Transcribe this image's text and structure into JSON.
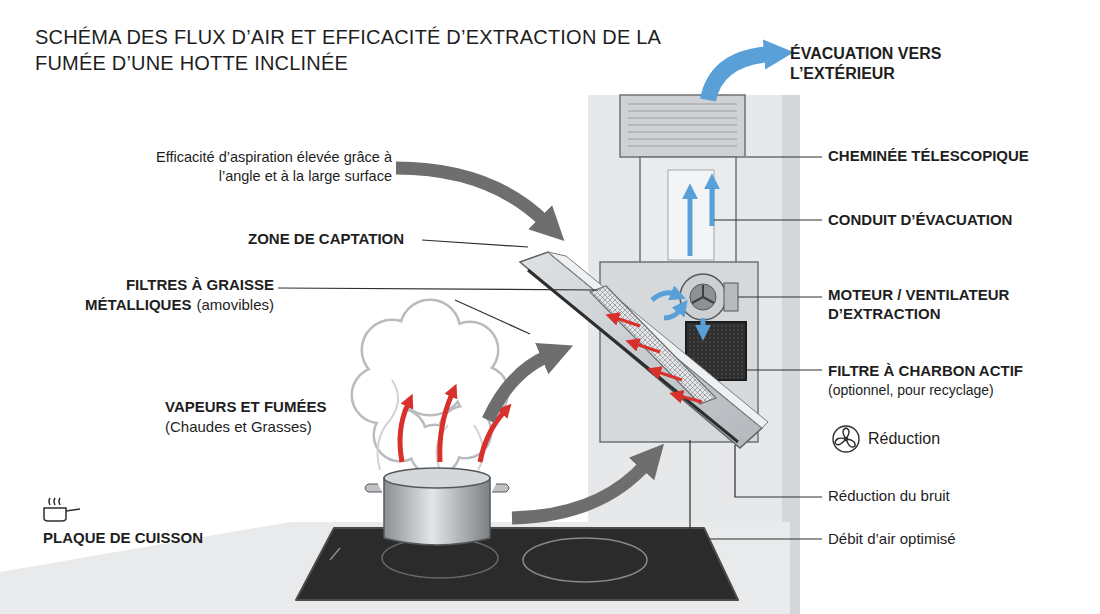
{
  "diagram": {
    "title": "SCHÉMA DES FLUX D’AIR ET EFFICACITÉ D’EXTRACTION DE LA FUMÉE D’UNE HOTTE INCLINÉE",
    "labels": [
      "Efficacité d’aspiration élevée grâce à l’angle et à la large surface",
      "ZONE DE CAPTATION",
      "FILTRES À GRAISSE MÉTALLIQUES",
      "(amovibles)",
      "VAPEURS ET FUMÉES",
      "(Chaudes et Grasses)",
      "PLAQUE DE CUISSON",
      "ÉVACUATION VERS L’EXTÉRIEUR",
      "CHEMINÉE TÉLESCOPIQUE",
      "CONDUIT D’ÉVACUATION",
      "MOTEUR / VENTILATEUR D’EXTRACTION",
      "FILTRE À CHARBON ACTIF",
      "(optionnel, pour recyclage)",
      "Réduction",
      "Réduction du bruit",
      "Débit d’air optimisé"
    ]
  }
}
